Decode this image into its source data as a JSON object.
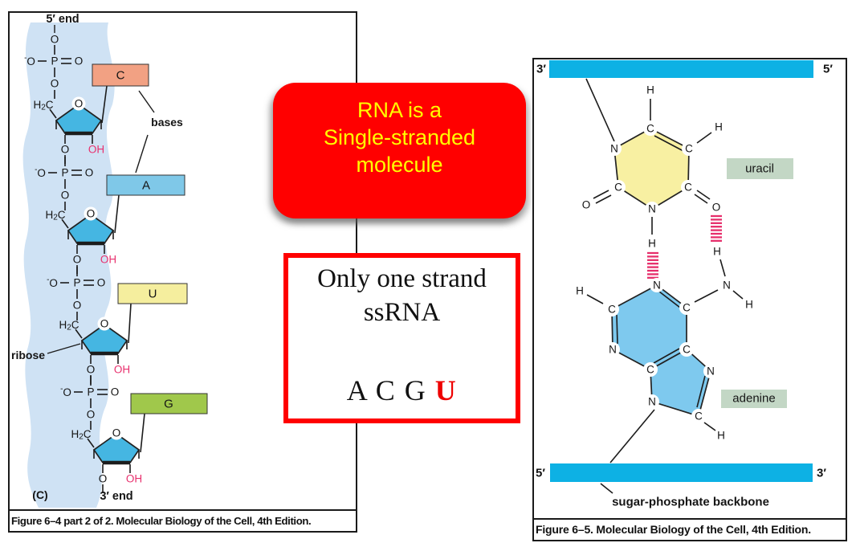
{
  "symbols": {
    "O": "O",
    "P": "P",
    "C": "C",
    "N": "N",
    "H": "H",
    "OH": "OH",
    "H2C": [
      {
        "t": "H"
      },
      {
        "t": "2",
        "sub": true
      },
      {
        "t": "C"
      }
    ],
    "negO": [
      {
        "t": "-",
        "sup": true
      },
      {
        "t": "O"
      }
    ]
  },
  "colors": {
    "ribbon": "#cfe2f4",
    "sugar": "#45b6e2",
    "pink": "#e8316e",
    "hydrogen_bond_pink": "#e62e6b",
    "bond": "#1c1c1c",
    "bar_cyan": "#0db1e4",
    "uracil_fill": "#f8f0a2",
    "adenine_fill": "#7ec9ee",
    "label_green": "#c3d7c5",
    "callout_red": "#ff0000",
    "callout_yellow": "#ffff00",
    "note_border_red": "#ff0000",
    "u_letter_red": "#ee0000"
  },
  "left_figure": {
    "labels": {
      "five_end": "5′ end",
      "three_end": "3′ end",
      "bases": "bases",
      "ribose": "ribose",
      "panel": "(C)"
    },
    "base_boxes": [
      {
        "letter": "C",
        "color": "#f2a183"
      },
      {
        "letter": "A",
        "color": "#7fc8e8"
      },
      {
        "letter": "U",
        "color": "#f5ee9e"
      },
      {
        "letter": "G",
        "color": "#a0c84b"
      }
    ],
    "caption": "Figure 6–4 part 2 of 2. Molecular Biology of the Cell, 4th Edition."
  },
  "callout": {
    "line1": "RNA is a",
    "line2": "Single-stranded",
    "line3": "molecule"
  },
  "note_box": {
    "line1": "Only one strand",
    "line2": "ssRNA",
    "letters_prefix": "A C G ",
    "letter_u": "U"
  },
  "right_figure": {
    "labels": {
      "top_left_prime": "3′",
      "top_right_prime": "5′",
      "bottom_left_prime": "5′",
      "bottom_right_prime": "3′",
      "uracil": "uracil",
      "adenine": "adenine",
      "backbone": "sugar-phosphate backbone"
    },
    "caption": "Figure 6–5. Molecular Biology of the Cell, 4th Edition."
  }
}
